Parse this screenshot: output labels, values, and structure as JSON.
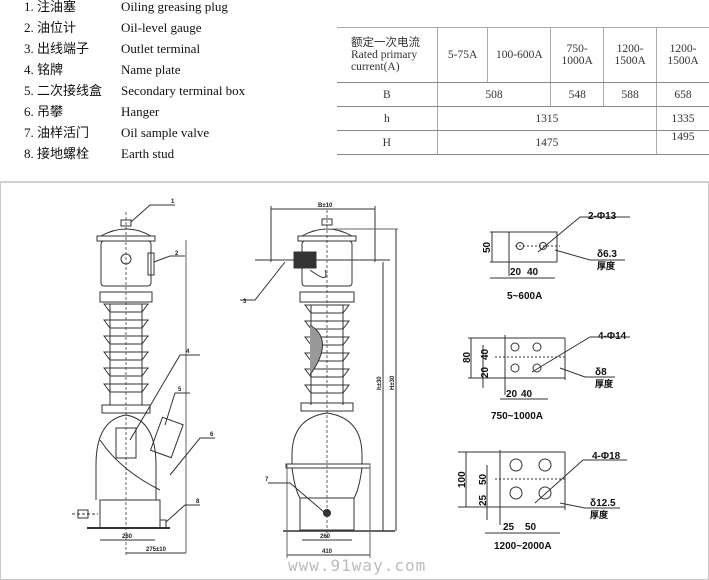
{
  "legend": [
    {
      "num": "1.",
      "zh": "注油塞",
      "en": "Oiling greasing plug"
    },
    {
      "num": "2.",
      "zh": "油位计",
      "en": "Oil-level gauge"
    },
    {
      "num": "3.",
      "zh": "出线端子",
      "en": "Outlet terminal"
    },
    {
      "num": "4.",
      "zh": "铭牌",
      "en": "Name plate"
    },
    {
      "num": "5.",
      "zh": "二次接线盒",
      "en": "Secondary terminal box"
    },
    {
      "num": "6.",
      "zh": "吊攀",
      "en": "Hanger"
    },
    {
      "num": "7.",
      "zh": "油样活门",
      "en": "Oil sample valve"
    },
    {
      "num": "8.",
      "zh": "接地螺栓",
      "en": "Earth stud"
    }
  ],
  "spec_table": {
    "header_label_zh": "额定一次电流",
    "header_label_en": "Rated primary current(A)",
    "columns": [
      "5-75A",
      "100-600A",
      "750-1000A",
      "1200-1500A",
      "1200-1500A"
    ],
    "rows": [
      {
        "label": "B",
        "cells": [
          {
            "value": "508",
            "span": 2
          },
          {
            "value": "548",
            "span": 1
          },
          {
            "value": "588",
            "span": 1
          },
          {
            "value": "658",
            "span": 1
          }
        ]
      },
      {
        "label": "h",
        "cells": [
          {
            "value": "1315",
            "span": 4
          },
          {
            "value": "1335",
            "span": 1
          }
        ]
      },
      {
        "label": "H",
        "cells": [
          {
            "value": "1475",
            "span": 4
          },
          {
            "value": "1495",
            "span": 1
          }
        ]
      }
    ]
  },
  "drawing": {
    "front_view": {
      "callouts": [
        "1",
        "2",
        "4",
        "5",
        "6",
        "8"
      ],
      "dim_base": "260",
      "dim_offset": "275±10"
    },
    "side_view": {
      "callouts": [
        "3",
        "7"
      ],
      "dim_top": "B±10",
      "dim_h": "h±30",
      "dim_H": "H±30",
      "dim_base_inner": "260",
      "dim_base_outer": "410"
    },
    "terminals": [
      {
        "title": "5~600A",
        "holes": "2-Φ13",
        "thickness": "δ6.3",
        "thickness_label": "厚度",
        "dims": [
          "50",
          "20",
          "40"
        ]
      },
      {
        "title": "750~1000A",
        "holes": "4-Φ14",
        "thickness": "δ8",
        "thickness_label": "厚度",
        "dims": [
          "80",
          "40",
          "20",
          "20",
          "40"
        ]
      },
      {
        "title": "1200~2000A",
        "holes": "4-Φ18",
        "thickness": "δ12.5",
        "thickness_label": "厚度",
        "dims": [
          "100",
          "50",
          "25",
          "25",
          "50"
        ]
      }
    ]
  },
  "watermark": "www.91way.com"
}
